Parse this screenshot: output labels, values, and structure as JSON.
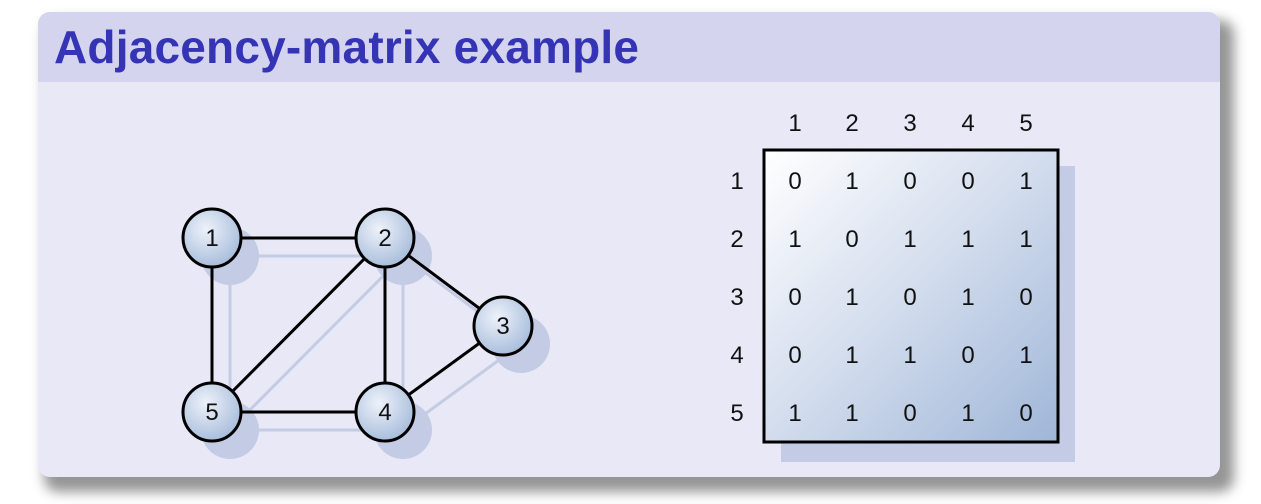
{
  "slide": {
    "title": "Adjacency-matrix example"
  },
  "graph": {
    "nodes": [
      {
        "id": "1",
        "label": "1"
      },
      {
        "id": "2",
        "label": "2"
      },
      {
        "id": "3",
        "label": "3"
      },
      {
        "id": "4",
        "label": "4"
      },
      {
        "id": "5",
        "label": "5"
      }
    ],
    "edges": [
      [
        "1",
        "2"
      ],
      [
        "1",
        "5"
      ],
      [
        "2",
        "3"
      ],
      [
        "2",
        "4"
      ],
      [
        "2",
        "5"
      ],
      [
        "3",
        "4"
      ],
      [
        "4",
        "5"
      ]
    ]
  },
  "matrix": {
    "column_headers": [
      "1",
      "2",
      "3",
      "4",
      "5"
    ],
    "row_headers": [
      "1",
      "2",
      "3",
      "4",
      "5"
    ],
    "rows": [
      [
        "0",
        "1",
        "0",
        "0",
        "1"
      ],
      [
        "1",
        "0",
        "1",
        "1",
        "1"
      ],
      [
        "0",
        "1",
        "0",
        "1",
        "0"
      ],
      [
        "0",
        "1",
        "1",
        "0",
        "1"
      ],
      [
        "1",
        "1",
        "0",
        "1",
        "0"
      ]
    ]
  },
  "colors": {
    "title": "#3434b4",
    "title_bar": "#d4d4ef",
    "slide_background": "#e8e8f6",
    "node_fill": "#c0d0e8",
    "shadow": "#c4cbe4"
  }
}
